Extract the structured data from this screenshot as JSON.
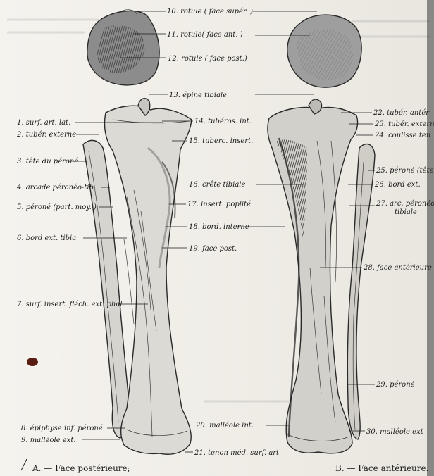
{
  "figure": {
    "labels": {
      "l10": "10. rotule ( face supér. )",
      "l11": "11. rotule( face ant. )",
      "l12": "12. rotule ( face post.)",
      "l13": "13. épine tibiale",
      "l1": "1. surf. art. lat.",
      "l2": "2. tubér. externe",
      "l3a": "3. tête du péroné",
      "l4": "4. arcade péronéo-tib",
      "l5": "5. péroné (part. moy. )",
      "l6": "6. bord ext. tibia",
      "l7": "7. surf. insert. fléch. ext. phal.",
      "l8": "8. épiphyse inf. péroné",
      "l9": "9. malléole ext.",
      "l14": "14. tubéros. int.",
      "l15": "15. tuberc. insert.",
      "l16": "16. crête tibiale",
      "l17": "17. insert. poplité",
      "l18": "18. bord. interne",
      "l19": "19. face post.",
      "l20": "20. malléole int.",
      "l21": "21. tenon méd. surf. art",
      "l22": "22. tubér. antér",
      "l23": "23. tubér. extern",
      "l24": "24. coulisse ten",
      "l25": "25. péroné (tête",
      "l26": "26. bord ext.",
      "l27a": "27. arc. péronéo",
      "l27b": "tibiale",
      "l28": "28. face antérieure",
      "l29": "29. péroné",
      "l30": "30. malléole ext"
    },
    "captions": {
      "a": "A. — Face postérieure;",
      "b": "B. — Face antérieure."
    }
  }
}
